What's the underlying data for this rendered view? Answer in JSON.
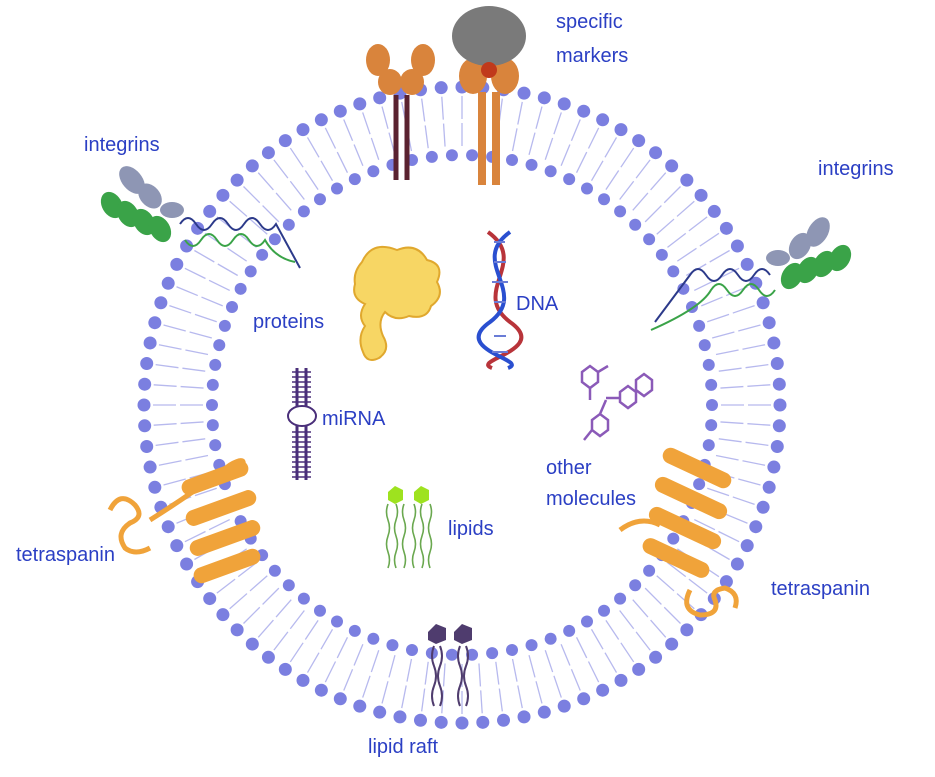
{
  "diagram": {
    "colors": {
      "membrane_heads": "#7b7fe0",
      "membrane_tails": "#b7b9ee",
      "label_text": "#2b3fc4",
      "integrin_green": "#3aa348",
      "integrin_grey": "#8e96b4",
      "marker_orange": "#d9843c",
      "marker_grey": "#7a7a7a",
      "tetraspanin_orange": "#f0a33a",
      "protein_yellow": "#f7d664",
      "dna_blue": "#2a4fd0",
      "dna_red": "#b8343a",
      "mirna_purple": "#4a2f7a",
      "molecule_purple": "#8b5ab8",
      "lipid_green": "#9ee21f",
      "lipid_raft_purple": "#4f3c6e"
    },
    "labels": {
      "specific_markers_line1": "specific",
      "specific_markers_line2": "markers",
      "integrins_left": "integrins",
      "integrins_right": "integrins",
      "proteins": "proteins",
      "dna": "DNA",
      "mirna": "miRNA",
      "other_molecules_line1": "other",
      "other_molecules_line2": "molecules",
      "lipids": "lipids",
      "tetraspanin_left": "tetraspanin",
      "tetraspanin_right": "tetraspanin",
      "lipid_raft": "lipid raft"
    },
    "icons": [
      "membrane-ring",
      "integrin-icon",
      "specific-marker-icon",
      "receptor-icon",
      "protein-blob-icon",
      "dna-helix-icon",
      "mirna-icon",
      "small-molecule-icon",
      "lipid-icon",
      "tetraspanin-icon",
      "lipid-raft-icon"
    ]
  }
}
